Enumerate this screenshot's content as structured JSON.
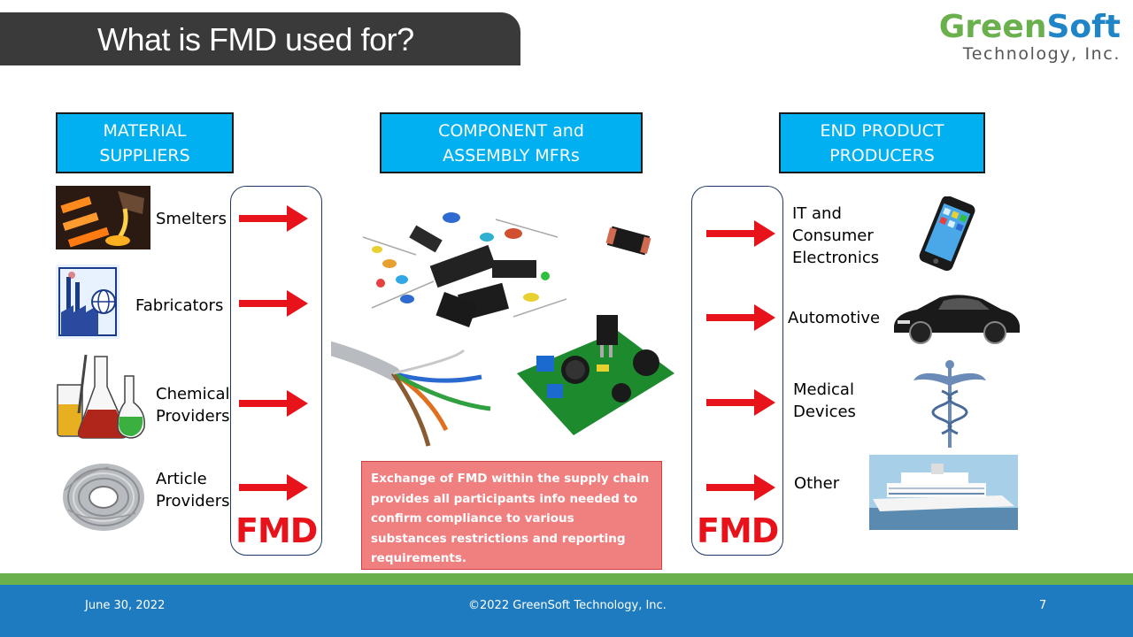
{
  "slide": {
    "title": "What is FMD used for?"
  },
  "logo": {
    "green_part": "Green",
    "blue_part": "Soft",
    "subtitle": "Technology, Inc."
  },
  "columns": {
    "material": "MATERIAL\nSUPPLIERS",
    "component": "COMPONENT and\nASSEMBLY MFRs",
    "end_product": "END PRODUCT\nPRODUCERS"
  },
  "suppliers": [
    {
      "label": "Smelters",
      "icon": "molten-metal-pour-icon"
    },
    {
      "label": "Fabricators",
      "icon": "factory-globe-icon"
    },
    {
      "label": "Chemical\nProviders",
      "icon": "lab-flasks-icon"
    },
    {
      "label": "Article\nProviders",
      "icon": "wire-coil-icon"
    }
  ],
  "producers": [
    {
      "label": "IT and\nConsumer\nElectronics",
      "icon": "smartphone-icon"
    },
    {
      "label": "Automotive",
      "icon": "sports-car-icon"
    },
    {
      "label": "Medical\nDevices",
      "icon": "caduceus-icon"
    },
    {
      "label": "Other",
      "icon": "cruise-ship-icon"
    }
  ],
  "fmd_label_left": "FMD",
  "fmd_label_right": "FMD",
  "info_box": "Exchange of FMD within the supply chain provides all participants info needed to confirm compliance to various substances restrictions and reporting requirements.",
  "footer": {
    "date": "June 30, 2022",
    "copyright": "©2022 GreenSoft Technology, Inc.",
    "page": "7"
  },
  "colors": {
    "title_bar": "#3a3a3a",
    "category_box": "#00b0f0",
    "arrow": "#e8131a",
    "info_box": "#f08080",
    "footer_blue": "#1f7bbf",
    "footer_green": "#6ab04c"
  }
}
